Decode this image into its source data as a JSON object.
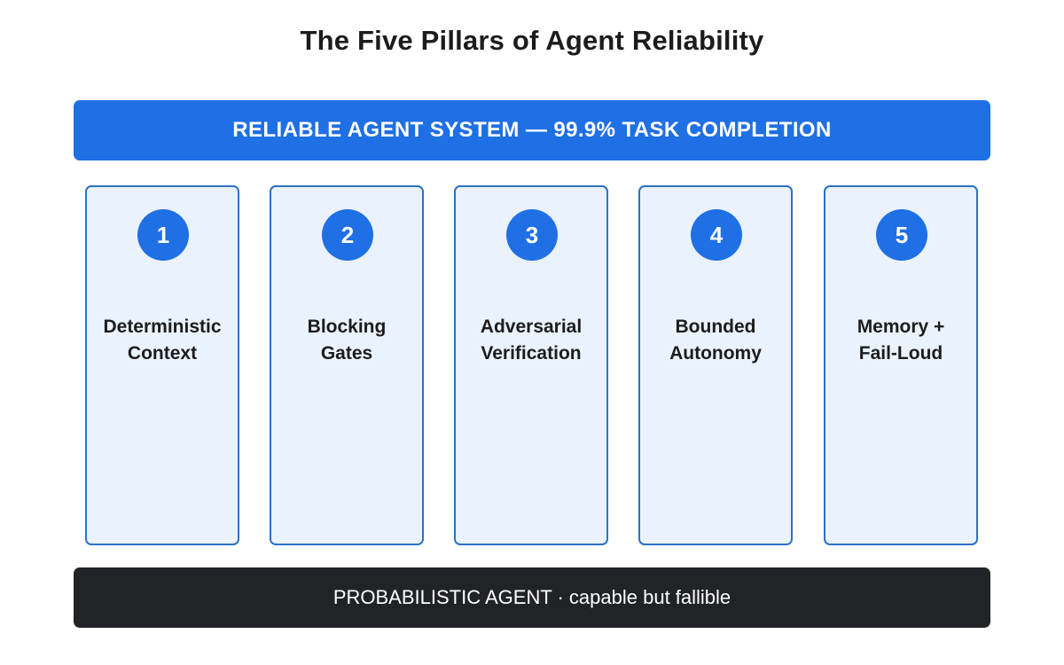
{
  "title": "The Five Pillars of Agent Reliability",
  "roof": {
    "label": "RELIABLE AGENT SYSTEM — 99.9% TASK COMPLETION"
  },
  "pillars": [
    {
      "number": "1",
      "lines": [
        "Deterministic",
        "Context"
      ]
    },
    {
      "number": "2",
      "lines": [
        "Blocking",
        "Gates"
      ]
    },
    {
      "number": "3",
      "lines": [
        "Adversarial",
        "Verification"
      ]
    },
    {
      "number": "4",
      "lines": [
        "Bounded",
        "Autonomy"
      ]
    },
    {
      "number": "5",
      "lines": [
        "Memory +",
        "Fail-Loud"
      ]
    }
  ],
  "foundation": {
    "label": "PROBABILISTIC AGENT · capable but fallible"
  },
  "colors": {
    "accent": "#1f6fe5",
    "pillar_fill": "#eaf2fd",
    "pillar_border": "#2b72c9",
    "foundation": "#212327"
  }
}
